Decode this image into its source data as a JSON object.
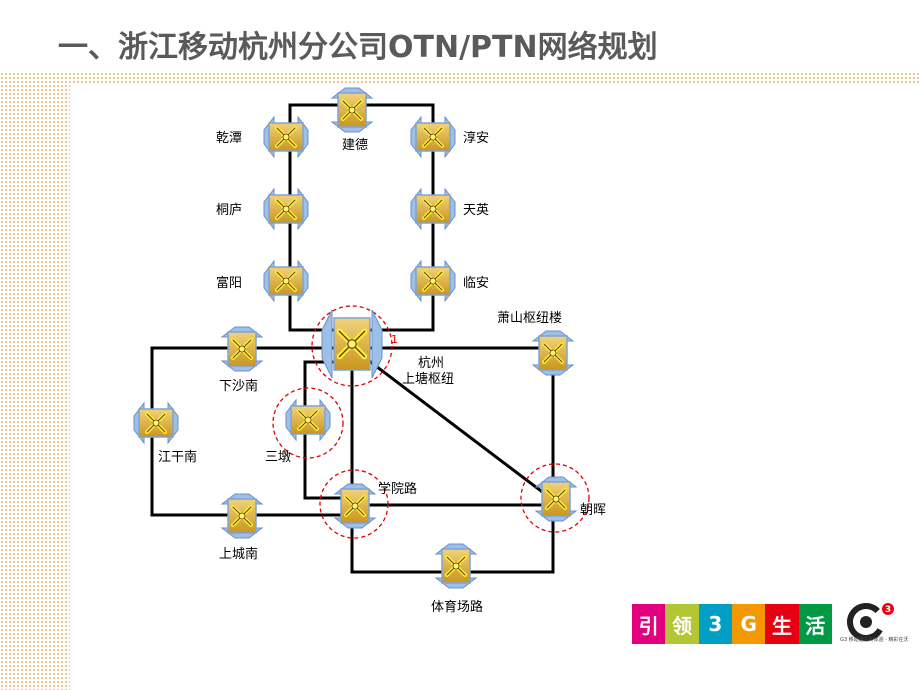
{
  "title": "一、浙江移动杭州分公司OTN/PTN网络规划",
  "nodes": {
    "jiande": "建德",
    "qiantan": "乾潭",
    "chunan": "淳安",
    "tonglu": "桐庐",
    "tianying": "天英",
    "fuyang": "富阳",
    "linan": "临安",
    "xiaoshan": "萧山枢纽楼",
    "hangzhou_line1": "杭州",
    "hangzhou_line2": "上塘枢纽",
    "hub_port": "1",
    "xiashanan": "下沙南",
    "jiangganan": "江干南",
    "sandun": "三墩",
    "xueyuanlu": "学院路",
    "zhaohui": "朝晖",
    "shangchengnan": "上城南",
    "tiyuchanglu": "体育场路"
  },
  "banner": {
    "chars": [
      "引",
      "领",
      "3",
      "G",
      "生",
      "活"
    ],
    "colors": [
      "#e3007f",
      "#b3c635",
      "#00a0c6",
      "#f39800",
      "#e60012",
      "#009944"
    ]
  },
  "logo": {
    "mark": "G",
    "sup": "3",
    "caption": "G3 移动通信新体验 · 精彩在沃"
  },
  "colors": {
    "node_fill": "#d9b24a",
    "node_border": "#7ea3d6",
    "highlight": "#e00000",
    "line": "#000000"
  }
}
